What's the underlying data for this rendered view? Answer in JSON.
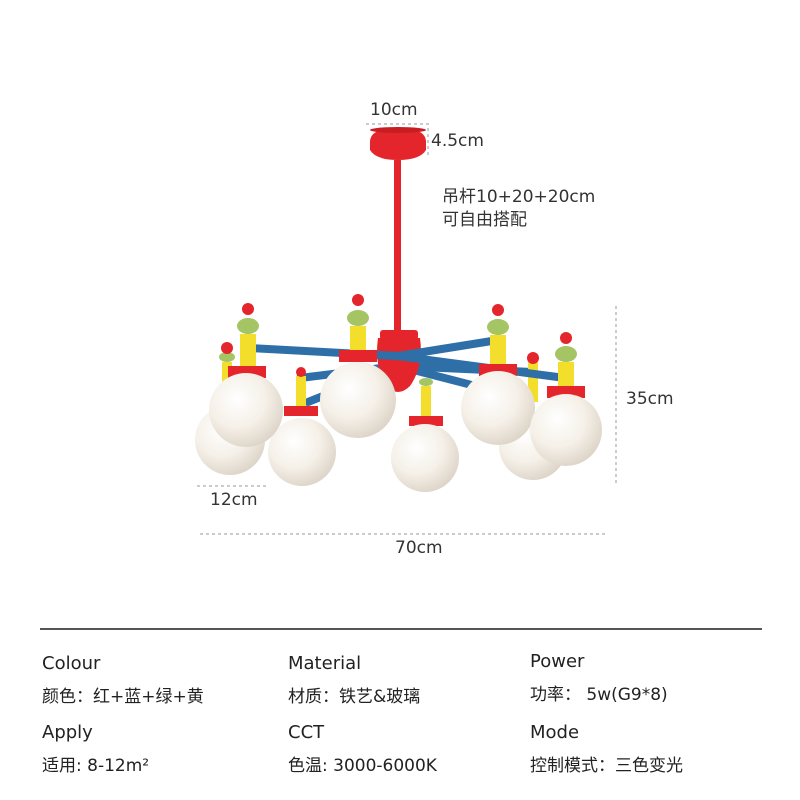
{
  "dimensions": {
    "canopy_width": "10cm",
    "canopy_height": "4.5cm",
    "height": "35cm",
    "globe_diameter": "12cm",
    "width": "70cm"
  },
  "rod_note": {
    "line1": "吊杆10+20+20cm",
    "line2": "可自由搭配"
  },
  "colors": {
    "red": "#e4262c",
    "blue": "#2e6fa8",
    "yellow": "#f3de2b",
    "green": "#a5c463",
    "glass": "#f6f1e9"
  },
  "specs": [
    {
      "title": "Colour",
      "value": "颜色：红+蓝+绿+黄"
    },
    {
      "title": "Material",
      "value": "材质：铁艺&玻璃"
    },
    {
      "title": "Power",
      "value": "功率： 5w(G9*8)"
    },
    {
      "title": "Apply",
      "value": "适用:   8-12m²"
    },
    {
      "title": "CCT",
      "value": "色温:  3000-6000K"
    },
    {
      "title": "Mode",
      "value": "控制模式：三色变光"
    }
  ]
}
